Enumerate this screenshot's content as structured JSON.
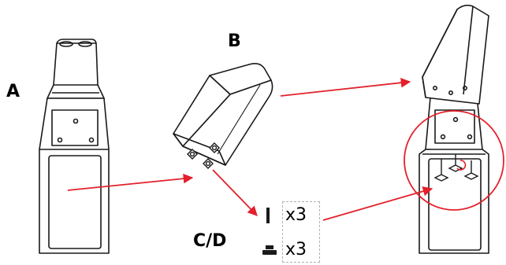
{
  "labels": {
    "a": "A",
    "b": "B",
    "cd": "C/D"
  },
  "parts": [
    {
      "icon": "screw-icon",
      "quantity": "x3"
    },
    {
      "icon": "knob-icon",
      "quantity": "x3"
    }
  ],
  "colors": {
    "line": "#1a1a1a",
    "arrow": "#e3202b"
  }
}
